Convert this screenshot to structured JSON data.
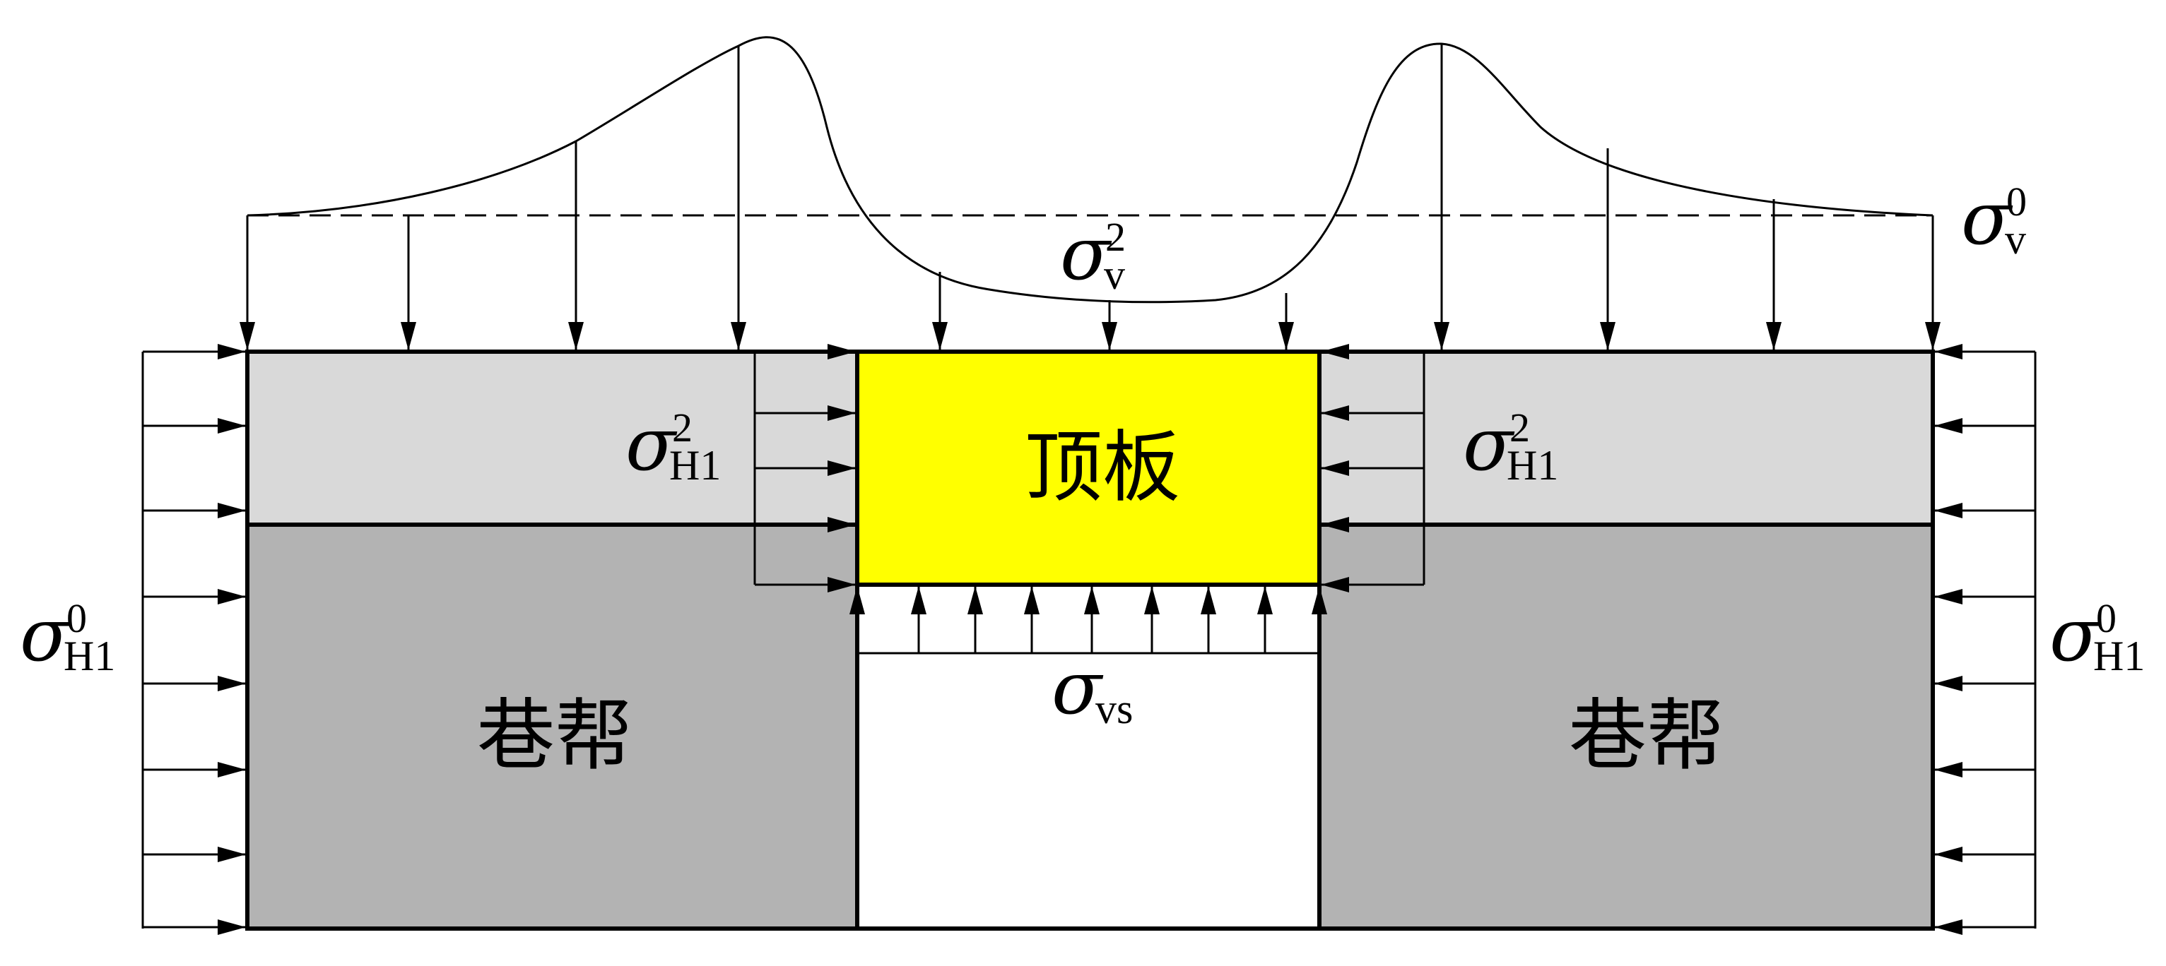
{
  "labels": {
    "roof": "顶板",
    "rib_left": "巷帮",
    "rib_right": "巷帮"
  },
  "symbols": {
    "sigma_v0": {
      "base": "σ",
      "sub": "v",
      "sup": "0"
    },
    "sigma_v2": {
      "base": "σ",
      "sub": "v",
      "sup": "2"
    },
    "sigma_H1_2_left": {
      "base": "σ",
      "sub": "H1",
      "sup": "2"
    },
    "sigma_H1_2_right": {
      "base": "σ",
      "sub": "H1",
      "sup": "2"
    },
    "sigma_H1_0_left": {
      "base": "σ",
      "sub": "H1",
      "sup": "0"
    },
    "sigma_H1_0_right": {
      "base": "σ",
      "sub": "H1",
      "sup": "0"
    },
    "sigma_vs": {
      "base": "σ",
      "sub": "vs"
    }
  },
  "colors": {
    "roof_fill": "#ffff00",
    "upper_layer_fill": "#d9d9d9",
    "rib_fill": "#b3b3b3",
    "roadway_fill": "#ffffff",
    "line": "#000000"
  }
}
